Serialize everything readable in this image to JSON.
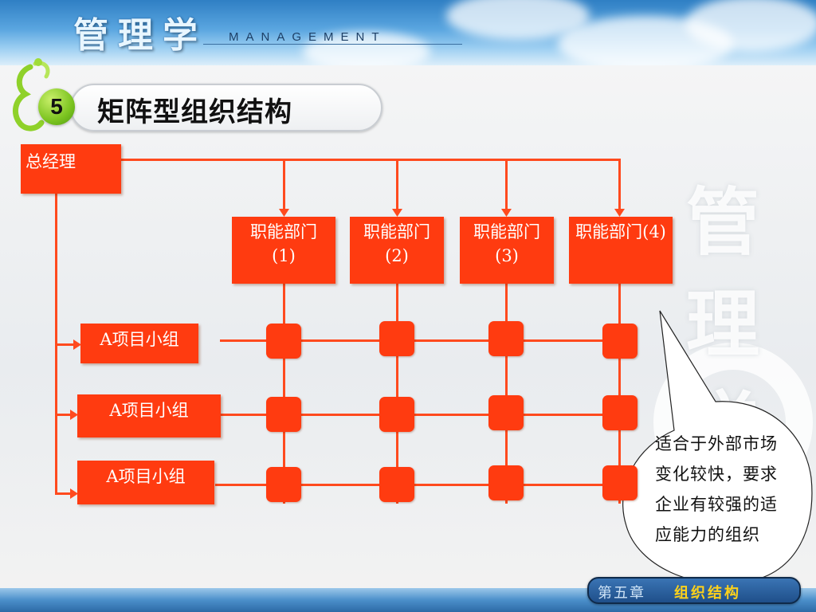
{
  "header": {
    "title": "管理学",
    "subtitle": "MANAGEMENT"
  },
  "section": {
    "number": "5",
    "title": "矩阵型组织结构"
  },
  "org_chart": {
    "top": "总经理",
    "departments": [
      {
        "name": "职能部门",
        "index": "(1)"
      },
      {
        "name": "职能部门",
        "index": "(2)"
      },
      {
        "name": "职能部门",
        "index": "(3)"
      },
      {
        "name": "职能部门",
        "index": "(4)"
      }
    ],
    "teams": [
      "A项目小组",
      "A项目小组",
      "A项目小组"
    ]
  },
  "callout": {
    "lines": [
      "适合于外部市场",
      "变化较快，要求",
      "企业有较强的适",
      "应能力的组织"
    ]
  },
  "footer": {
    "chapter": "第五章",
    "chapter_name": "组织结构"
  },
  "colors": {
    "box": "#ff3b10",
    "line": "#ff4a1e",
    "header": "#4b8fca",
    "footer_accent": "#ffd21a"
  }
}
